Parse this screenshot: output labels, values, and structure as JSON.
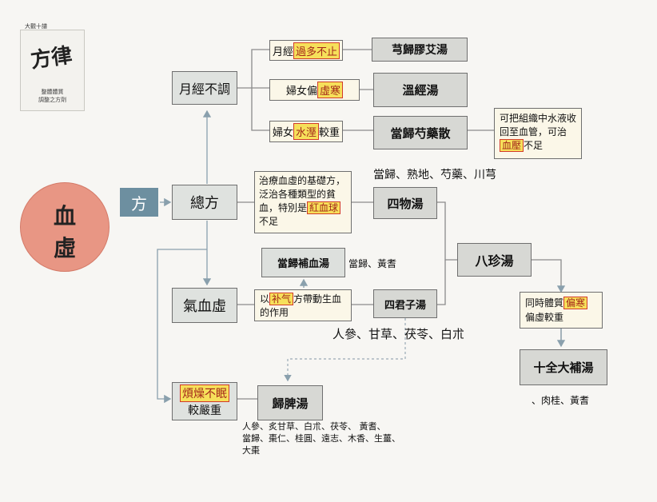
{
  "logo": {
    "top_text": "大觀十譜",
    "brush_text": "方律",
    "caption_line1": "整體體質",
    "caption_line2": "調整之方劑"
  },
  "center": {
    "line1": "血",
    "line2": "虛"
  },
  "fang": "方",
  "categories": {
    "yuejing": "月經不調",
    "zongfang": "總方",
    "qixue": "氣血虛",
    "shimian_hl": "煩燥不眠",
    "shimian_rest": "較嚴重"
  },
  "conditions": {
    "c1_pre": "月經",
    "c1_hl": "過多不止",
    "c2_pre": "婦女偏",
    "c2_hl": "虛寒",
    "c3_pre": "婦女",
    "c3_hl": "水溼",
    "c3_post": "較重",
    "c4_text": "治療血虛的基礎方，泛治各種類型的貧血，特別是",
    "c4_hl": "紅血球",
    "c4_post": "不足",
    "c5_pre": "以",
    "c5_hl": "补气",
    "c5_post": "方帶動生血的作用",
    "c6_pre": "同時體質",
    "c6_hl": "偏寒",
    "c6_post": "偏虛較重"
  },
  "formulas": {
    "f1": "芎歸膠艾湯",
    "f2": "溫經湯",
    "f3": "當歸芍藥散",
    "f4": "四物湯",
    "f5": "當歸補血湯",
    "f6": "四君子湯",
    "f7": "八珍湯",
    "f8": "十全大補湯",
    "f9": "歸脾湯"
  },
  "notes": {
    "n_water_pre": "可把組織中水液收回至血管，可治",
    "n_water_hl": "血壓",
    "n_water_post": "不足",
    "n_siwu": "當歸、熟地、芍藥、川芎",
    "n_buxue": "當歸、黃耆",
    "n_sijunzi": "人參、甘草、茯苓、白朮",
    "n_shiquan": "、肉桂、黃耆",
    "n_guipi_1": "人參、炙甘草、白朮、茯苓、 黃耆、",
    "n_guipi_2": "當歸、棗仁、桂圓、遠志、木香、生薑、",
    "n_guipi_3": "大棗"
  }
}
